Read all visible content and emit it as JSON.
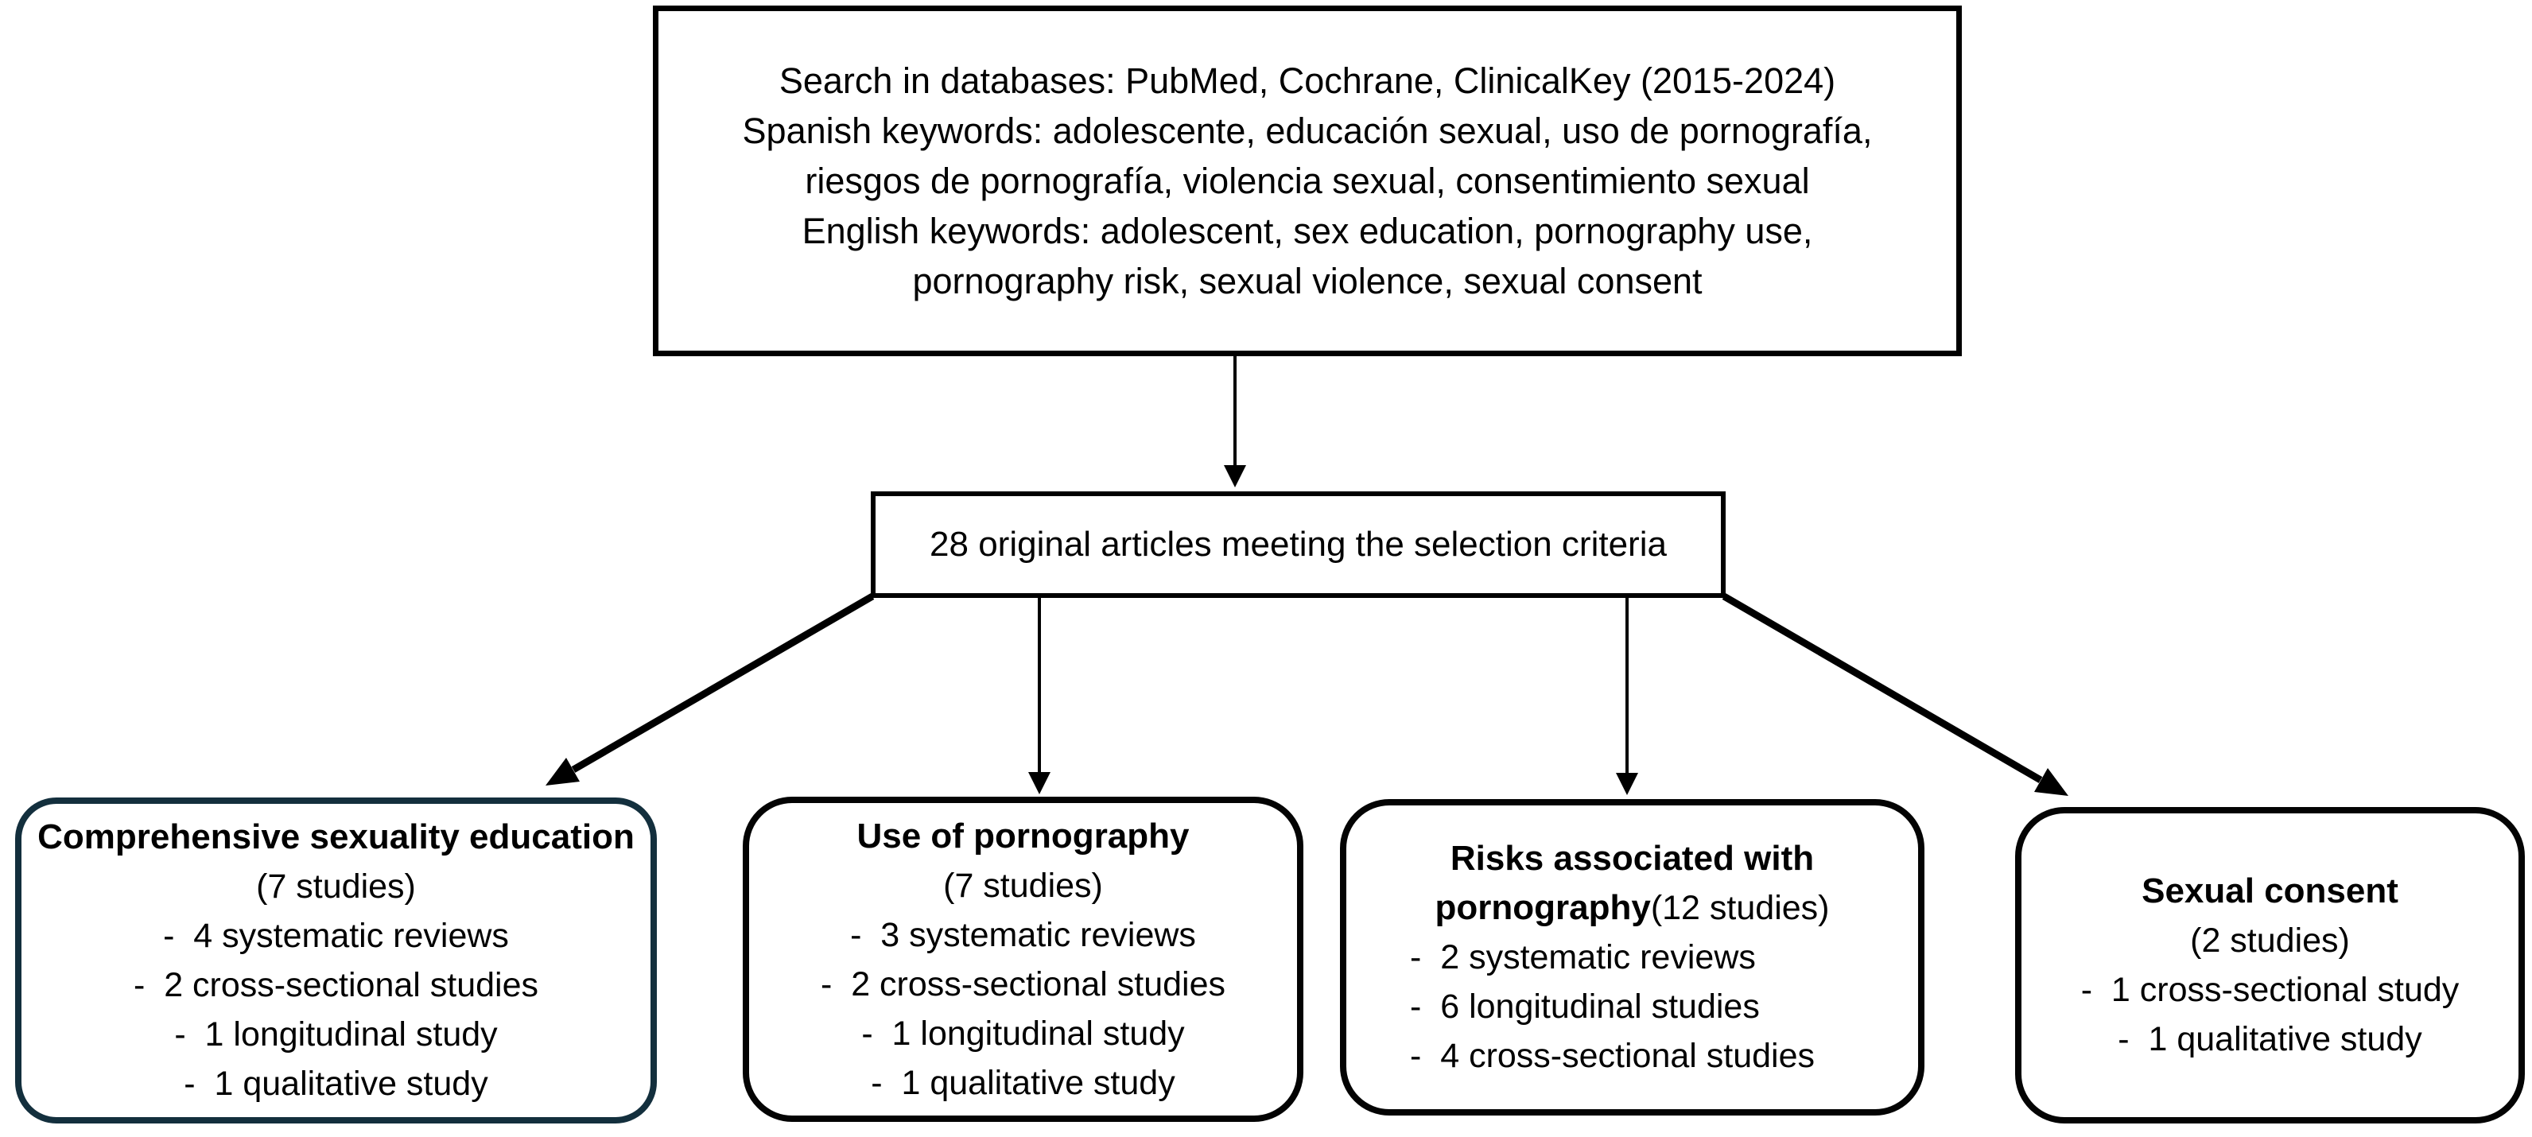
{
  "figure": {
    "background": "#ffffff",
    "line_color": "#000000",
    "search_box": {
      "lines": [
        "Search in databases: PubMed, Cochrane, ClinicalKey (2015-2024)",
        "Spanish keywords: adolescente, educación sexual, uso de pornografía,",
        "riesgos de pornografía, violencia sexual, consentimiento sexual",
        "English keywords: adolescent, sex education, pornography use,",
        "pornography risk, sexual violence, sexual consent"
      ]
    },
    "selection_box": {
      "text": "28 original articles meeting the selection criteria"
    },
    "category_boxes": [
      {
        "name": "comprehensive-sexuality-education",
        "border_color": "#132f3d",
        "heading_lines": [
          [
            {
              "text": "Comprehensive sexuality education",
              "bold": true
            }
          ],
          [
            {
              "text": "(7 studies)",
              "bold": false
            }
          ]
        ],
        "items": [
          "-  4 systematic reviews",
          "-  2 cross-sectional studies",
          "-  1 longitudinal study",
          "-  1 qualitative study"
        ]
      },
      {
        "name": "use-of-pornography",
        "border_color": "#030303",
        "heading_lines": [
          [
            {
              "text": "Use of pornography",
              "bold": true
            }
          ],
          [
            {
              "text": "(7 studies)",
              "bold": false
            }
          ]
        ],
        "items": [
          "-  3 systematic reviews",
          "-  2 cross-sectional studies",
          "-  1 longitudinal study",
          "-  1 qualitative study"
        ]
      },
      {
        "name": "risks-associated-with-pornography",
        "border_color": "#030303",
        "heading_lines": [
          [
            {
              "text": "Risks associated with",
              "bold": true
            }
          ],
          [
            {
              "text": "pornography",
              "bold": true
            },
            {
              "text": "(12 studies)",
              "bold": false
            }
          ]
        ],
        "items": [
          "-  2 systematic reviews",
          "-  6 longitudinal studies",
          "-  4 cross-sectional studies"
        ]
      },
      {
        "name": "sexual-consent",
        "border_color": "#030303",
        "heading_lines": [
          [
            {
              "text": "Sexual consent",
              "bold": true
            }
          ],
          [
            {
              "text": "(2 studies)",
              "bold": false
            }
          ]
        ],
        "items": [
          "-  1 cross-sectional study",
          "-  1 qualitative study"
        ]
      }
    ]
  }
}
